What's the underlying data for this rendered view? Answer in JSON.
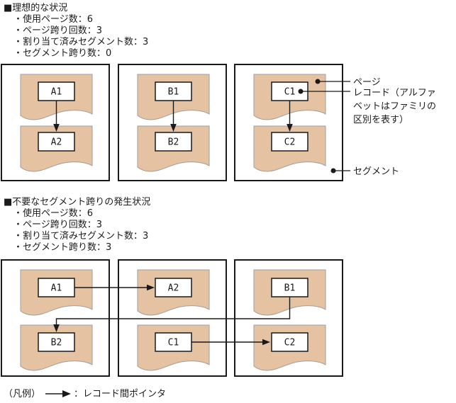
{
  "colors": {
    "background": "#ffffff",
    "page_fill": "#e5c2a2",
    "page_border": "#9e9e9e",
    "line": "#1a1a1a"
  },
  "sections": {
    "ideal": {
      "heading": "■理想的な状況",
      "bullets": [
        "・使用ページ数：6",
        "・ページ跨り回数：3",
        "・割り当て済みセグメント数：3",
        "・セグメント跨り数：0"
      ]
    },
    "bad": {
      "heading": "■不要なセグメント跨りの発生状況",
      "bullets": [
        "・使用ページ数：6",
        "・ページ跨り回数：3",
        "・割り当て済みセグメント数：3",
        "・セグメント跨り数：3"
      ]
    }
  },
  "diagrams": {
    "ideal": {
      "segments": [
        {
          "records": [
            "A1",
            "A2"
          ]
        },
        {
          "records": [
            "B1",
            "B2"
          ]
        },
        {
          "records": [
            "C1",
            "C2"
          ]
        }
      ]
    },
    "bad": {
      "segments": [
        {
          "records": [
            "A1",
            "B2"
          ]
        },
        {
          "records": [
            "A2",
            "C1"
          ]
        },
        {
          "records": [
            "B1",
            "C2"
          ]
        }
      ]
    }
  },
  "callouts": {
    "page_label": "ページ",
    "record_lines": [
      "レコード（アルファ",
      "ベットはファミリの",
      "区別を表す）"
    ],
    "segment_label": "セグメント"
  },
  "legend": {
    "prefix": "（凡例）",
    "label": "：レコード間ポインタ"
  }
}
